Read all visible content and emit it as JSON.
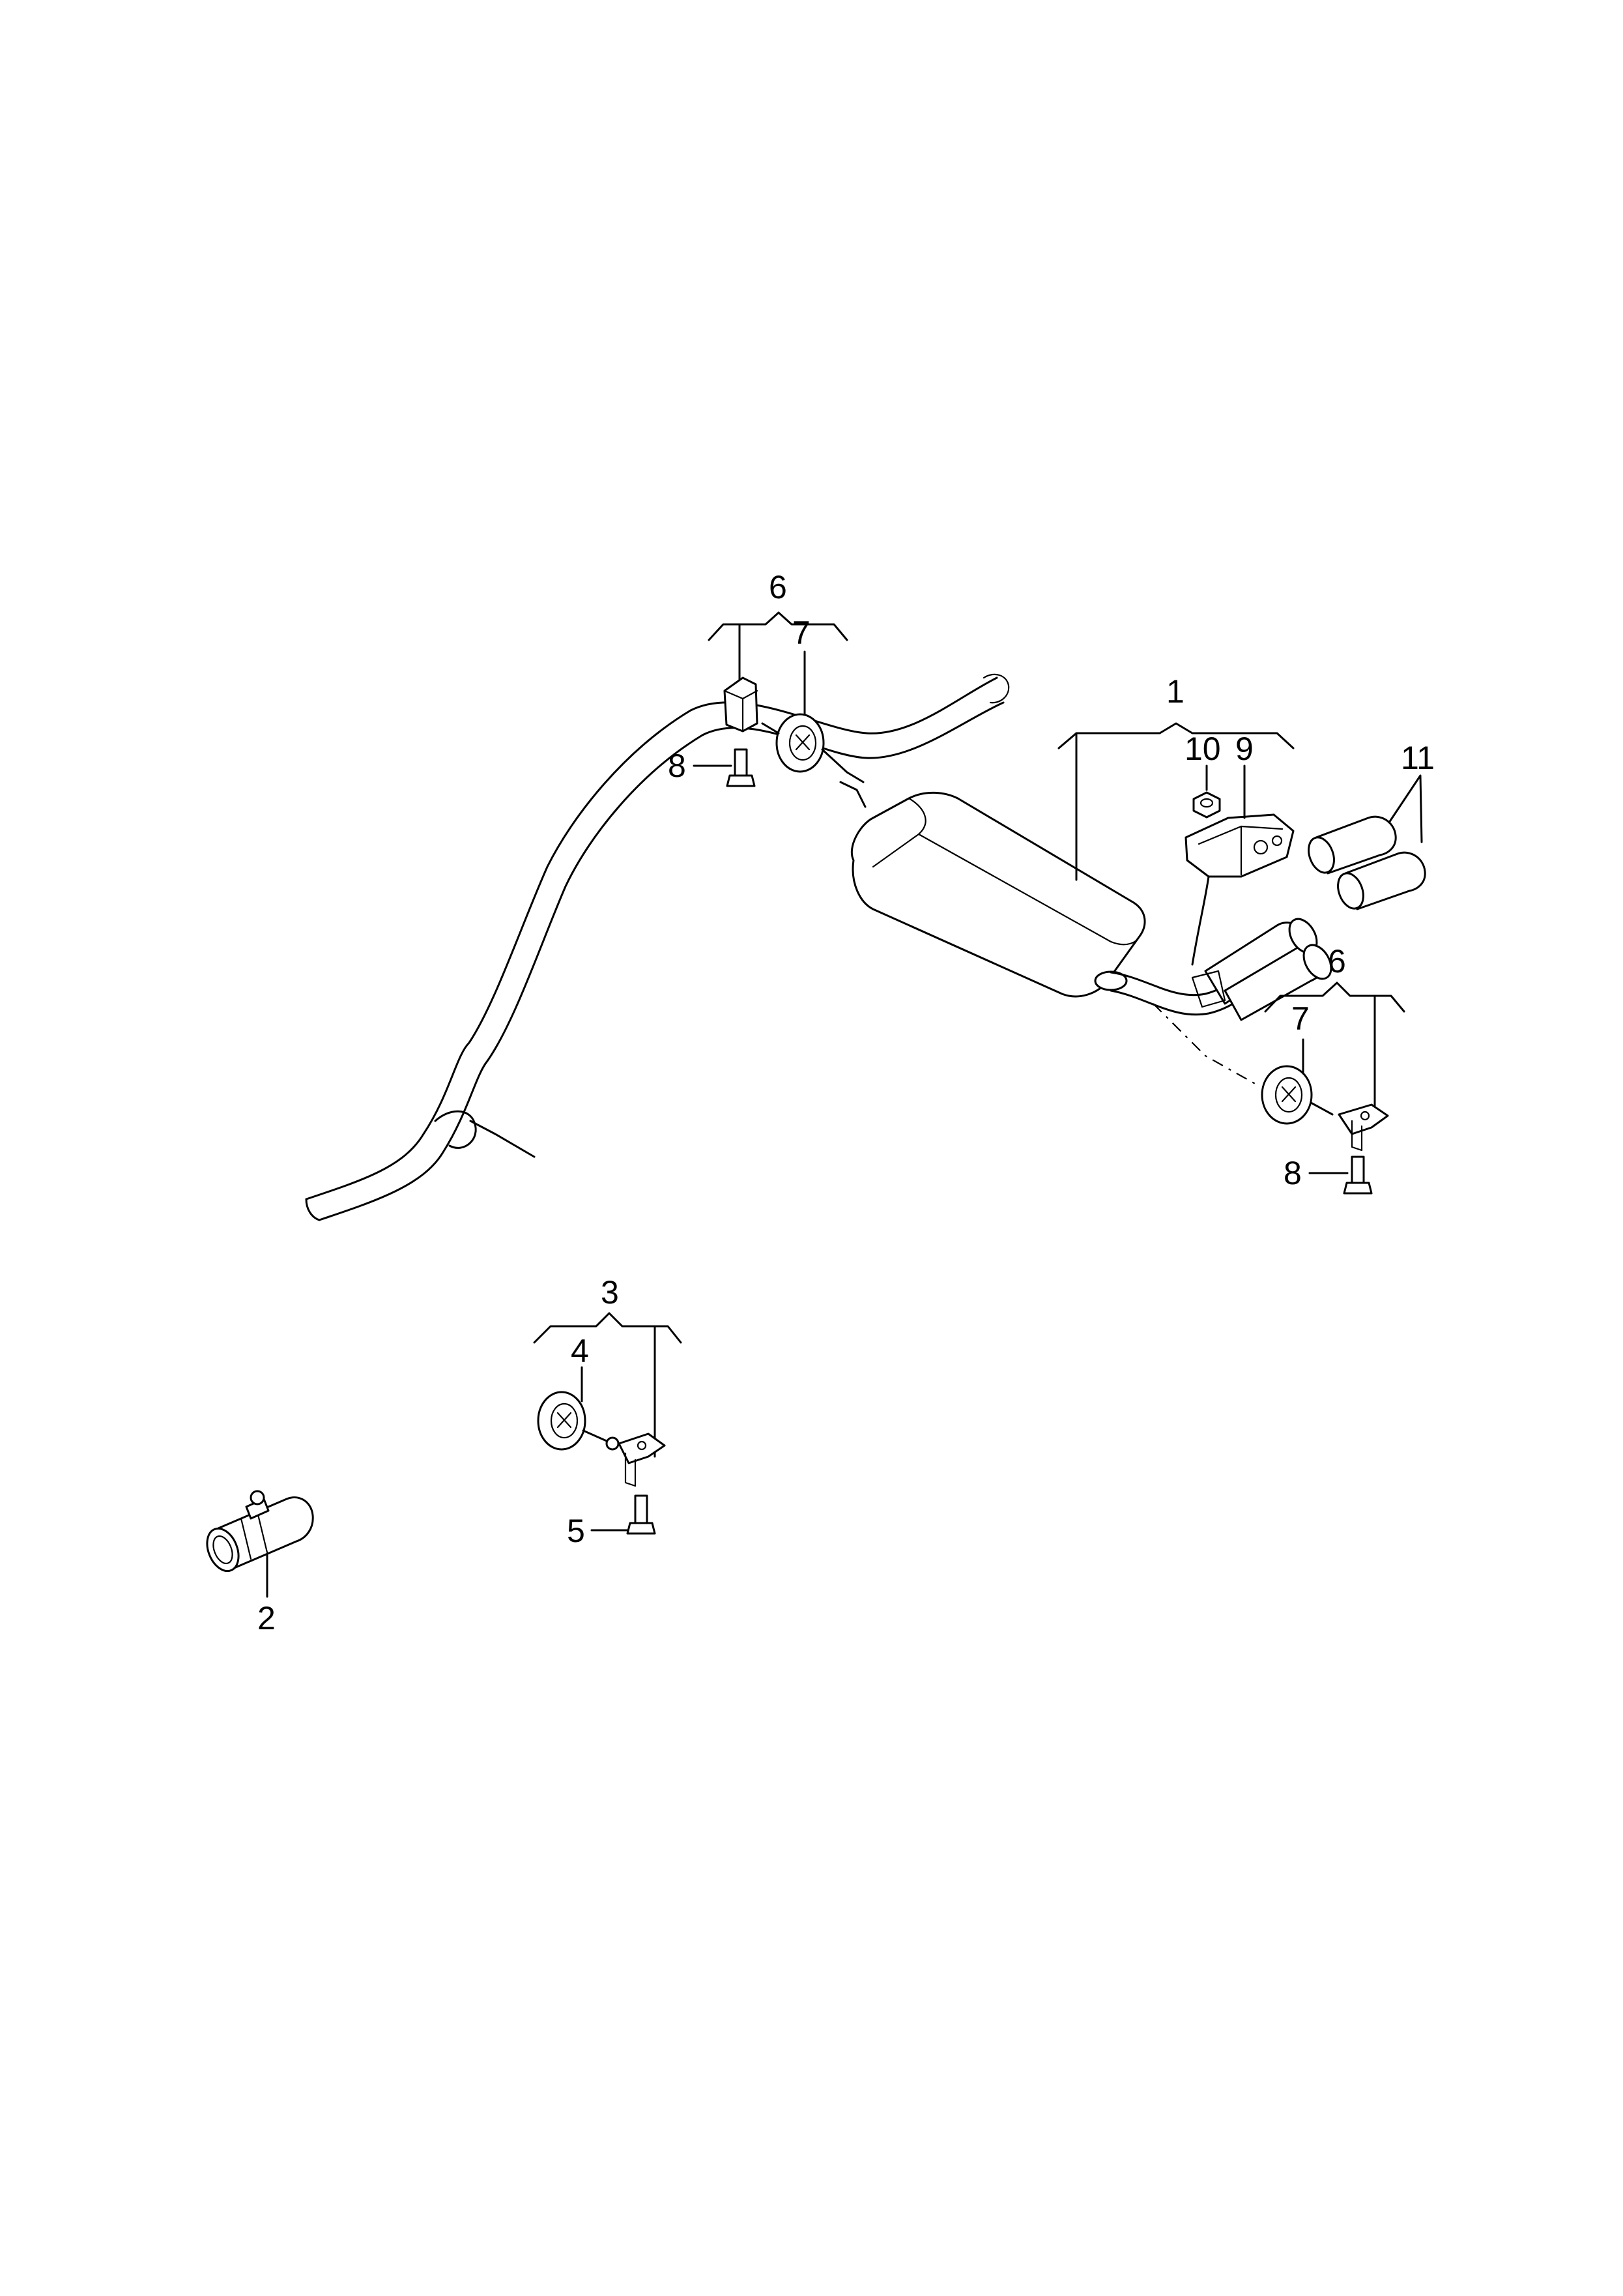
{
  "callouts": {
    "c1": "1",
    "c2": "2",
    "c3": "3",
    "c4": "4",
    "c5": "5",
    "c6a": "6",
    "c7a": "7",
    "c8a": "8",
    "c6b": "6",
    "c7b": "7",
    "c8b": "8",
    "c9": "9",
    "c10": "10",
    "c11": "11"
  }
}
